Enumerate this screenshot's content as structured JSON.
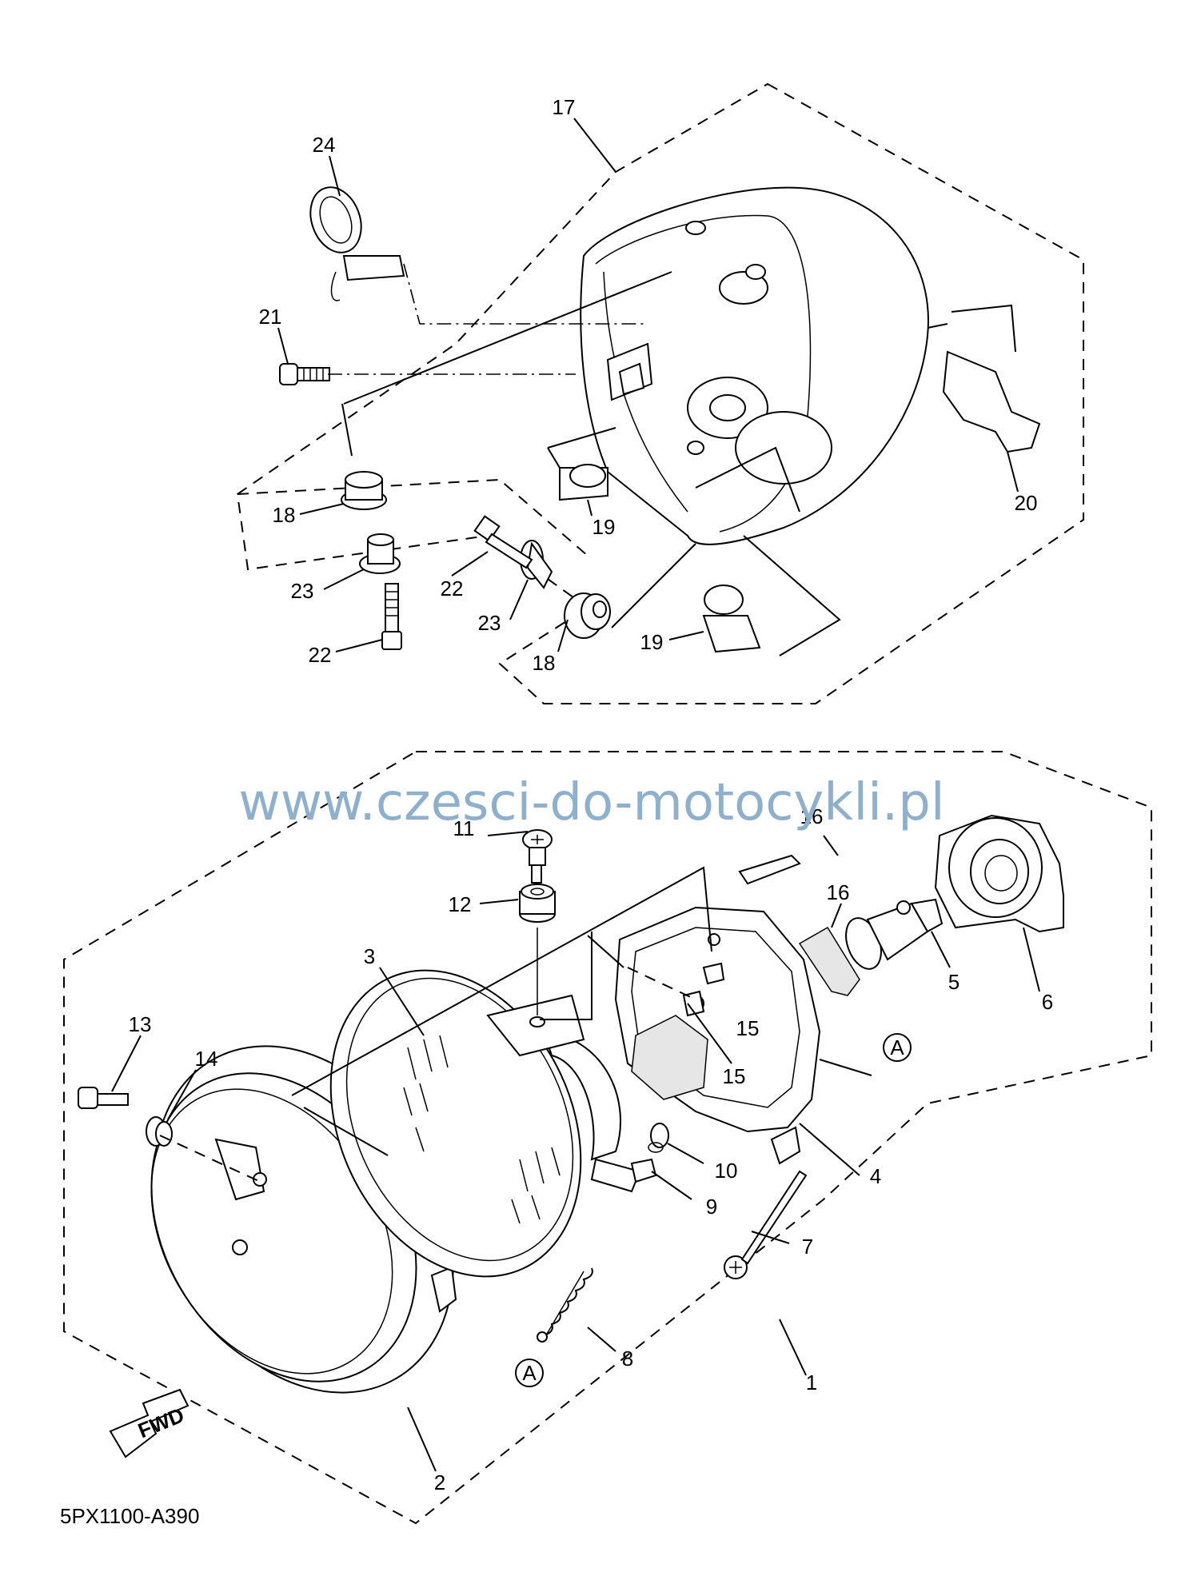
{
  "watermark": "www.czesci-do-motocykli.pl",
  "diagram_code": "5PX1100-A390",
  "fwd_label": "FWD",
  "ref_marker": "A",
  "labels": {
    "p1": "1",
    "p2": "2",
    "p3": "3",
    "p4": "4",
    "p5": "5",
    "p6": "6",
    "p7": "7",
    "p8": "8",
    "p9": "9",
    "p10": "10",
    "p11": "11",
    "p12": "12",
    "p13": "13",
    "p14": "14",
    "p15a": "15",
    "p15b": "15",
    "p16a": "16",
    "p16b": "16",
    "p17": "17",
    "p18a": "18",
    "p18b": "18",
    "p19a": "19",
    "p19b": "19",
    "p20": "20",
    "p21": "21",
    "p22a": "22",
    "p22b": "22",
    "p23a": "23",
    "p23b": "23",
    "p24": "24"
  }
}
